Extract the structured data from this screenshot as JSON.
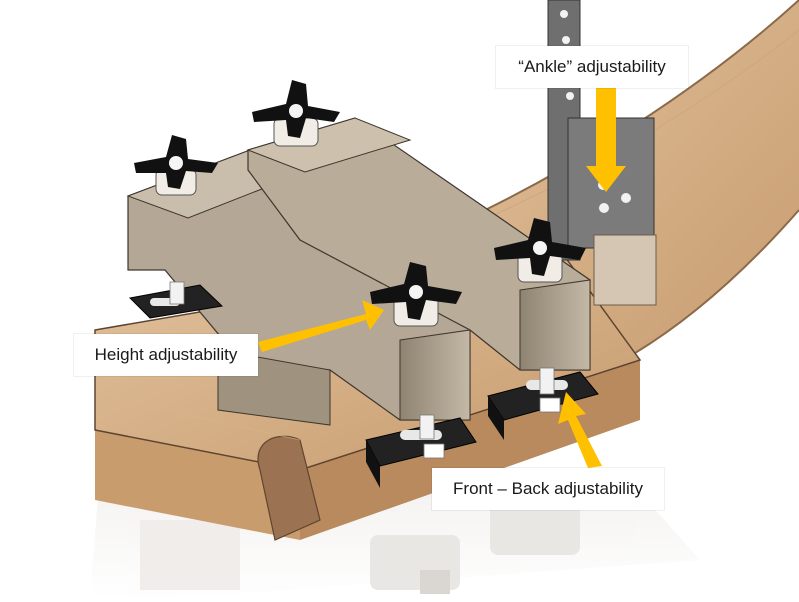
{
  "figure": {
    "callouts": {
      "ankle": "“Ankle” adjustability",
      "height": "Height adjustability",
      "front_back": "Front – Back adjustability"
    },
    "colors": {
      "background": "#ffffff",
      "arrow": "#ffc000",
      "wood_light": "#d7b48b",
      "wood_dark": "#b98f66",
      "block": "#a99c8a",
      "knob": "#111111",
      "strap": "#6b6b6b"
    }
  }
}
